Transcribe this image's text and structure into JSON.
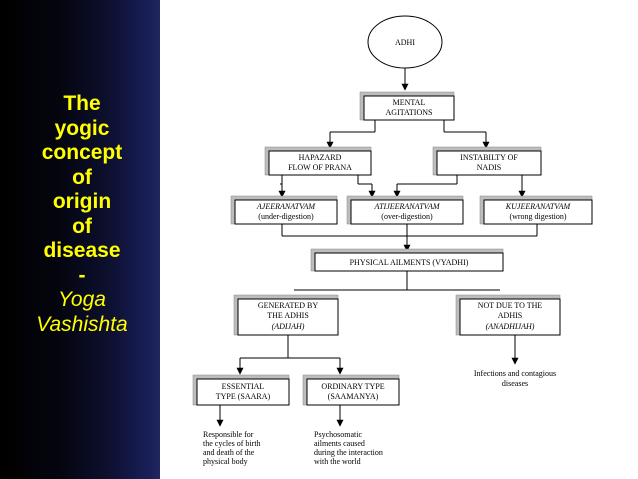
{
  "sidebar": {
    "title_lines": [
      "The",
      "yogic",
      "concept",
      "of",
      "origin",
      "of",
      "disease",
      "-"
    ],
    "subtitle_lines": [
      "Yoga",
      "Vashishta"
    ]
  },
  "diagram": {
    "adhi": "ADHI",
    "mental": [
      "MENTAL",
      "AGITATIONS"
    ],
    "hapazard": [
      "HAPAZARD",
      "FLOW OF PRANA"
    ],
    "instability": [
      "INSTABILTY OF",
      "NADIS"
    ],
    "ajeeranatvam": [
      "AJEERANATVAM",
      "(under-digestion)"
    ],
    "atijeeranatvam": [
      "ATIJEERANATVAM",
      "(over-digestion)"
    ],
    "kujeeranatvam": [
      "KUJEERANATVAM",
      "(wrong digestion)"
    ],
    "physical": "PHYSICAL AILMENTS (VYADHI)",
    "generated": [
      "GENERATED BY",
      "THE ADHIS",
      "(ADIJAH)"
    ],
    "not_due": [
      "NOT DUE TO THE",
      "ADHIS",
      "(ANADHIJAH)"
    ],
    "infections": [
      "Infections and contagious",
      "diseases"
    ],
    "essential": [
      "ESSENTIAL",
      "TYPE (SAARA)"
    ],
    "ordinary": [
      "ORDINARY TYPE",
      "(SAAMANYA)"
    ],
    "responsible": [
      "Responsible for",
      "the cycles of birth",
      "and death of the",
      "physical body"
    ],
    "psychosomatic": [
      "Psychosomatic",
      "ailments caused",
      "during the interaction",
      "with the world"
    ]
  }
}
